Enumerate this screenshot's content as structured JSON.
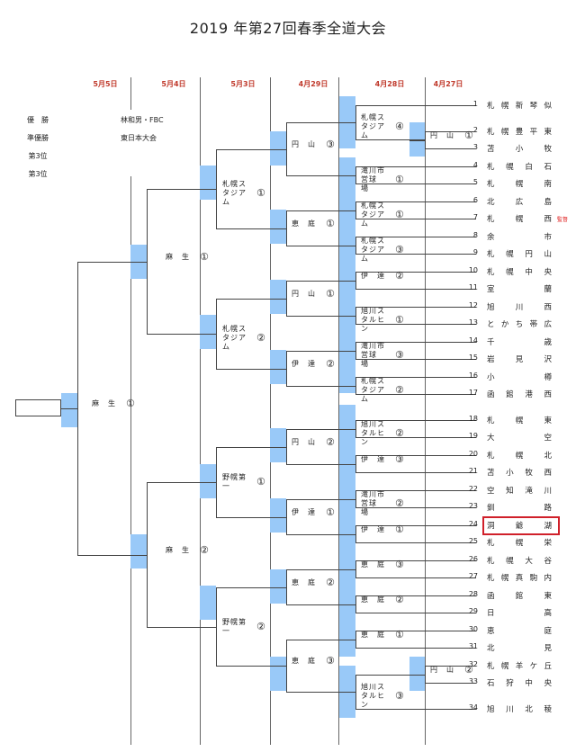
{
  "title": "2019 年第27回春季全道大会",
  "dates": [
    "5月5日",
    "5月4日",
    "5月3日",
    "4月29日",
    "4月28日",
    "4月27日"
  ],
  "awards": [
    {
      "label": "優　勝",
      "value": "林和男・FBC"
    },
    {
      "label": "準優勝",
      "value": "東日本大会"
    },
    {
      "label": "第3位",
      "value": ""
    },
    {
      "label": "第3位",
      "value": ""
    }
  ],
  "teams": [
    {
      "no": "1",
      "name": "札幌新琴似"
    },
    {
      "no": "2",
      "name": "札幌豊平東"
    },
    {
      "no": "3",
      "name": "苫小牧"
    },
    {
      "no": "4",
      "name": "札幌白石"
    },
    {
      "no": "5",
      "name": "札幌南"
    },
    {
      "no": "6",
      "name": "北広島"
    },
    {
      "no": "7",
      "name": "札幌西",
      "note": "監督"
    },
    {
      "no": "8",
      "name": "余市"
    },
    {
      "no": "9",
      "name": "札幌円山"
    },
    {
      "no": "10",
      "name": "札幌中央"
    },
    {
      "no": "11",
      "name": "室蘭"
    },
    {
      "no": "12",
      "name": "旭川西"
    },
    {
      "no": "13",
      "name": "とかち帯広"
    },
    {
      "no": "14",
      "name": "千歳"
    },
    {
      "no": "15",
      "name": "岩見沢"
    },
    {
      "no": "16",
      "name": "小樽"
    },
    {
      "no": "17",
      "name": "函館港西"
    },
    {
      "no": "18",
      "name": "札幌東"
    },
    {
      "no": "19",
      "name": "大空"
    },
    {
      "no": "20",
      "name": "札幌北"
    },
    {
      "no": "21",
      "name": "苫小牧西"
    },
    {
      "no": "22",
      "name": "空知滝川"
    },
    {
      "no": "23",
      "name": "釧路"
    },
    {
      "no": "24",
      "name": "洞爺湖",
      "highlighted": true
    },
    {
      "no": "25",
      "name": "札幌栄"
    },
    {
      "no": "26",
      "name": "札幌大谷"
    },
    {
      "no": "27",
      "name": "札幌真駒内"
    },
    {
      "no": "28",
      "name": "函館東"
    },
    {
      "no": "29",
      "name": "日高"
    },
    {
      "no": "30",
      "name": "恵庭"
    },
    {
      "no": "31",
      "name": "北見"
    },
    {
      "no": "32",
      "name": "札幌羊ケ丘"
    },
    {
      "no": "33",
      "name": "石狩中央"
    },
    {
      "no": "34",
      "name": "旭川北稜"
    }
  ],
  "rounds": {
    "apr27": [
      {
        "venue": "円　山",
        "no": "①"
      },
      {
        "venue": "円　山",
        "no": "②"
      }
    ],
    "apr28": [
      {
        "venue": "札幌スタジアム",
        "no": "④"
      },
      {
        "venue": "滝川市営球　場",
        "no": "①"
      },
      {
        "venue": "札幌スタジアム",
        "no": "①"
      },
      {
        "venue": "札幌スタジアム",
        "no": "③"
      },
      {
        "venue": "伊　達",
        "no": "②"
      },
      {
        "venue": "旭川スタルヒン",
        "no": "①"
      },
      {
        "venue": "滝川市営球　場",
        "no": "③"
      },
      {
        "venue": "札幌スタジアム",
        "no": "②"
      },
      {
        "venue": "旭川スタルヒン",
        "no": "②"
      },
      {
        "venue": "伊　達",
        "no": "③"
      },
      {
        "venue": "滝川市営球　場",
        "no": "②"
      },
      {
        "venue": "伊　達",
        "no": "①"
      },
      {
        "venue": "恵　庭",
        "no": "③"
      },
      {
        "venue": "恵　庭",
        "no": "②"
      },
      {
        "venue": "恵　庭",
        "no": "①"
      },
      {
        "venue": "旭川スタルヒン",
        "no": "③"
      }
    ],
    "apr29": [
      {
        "venue": "円　山",
        "no": "③"
      },
      {
        "venue": "恵　庭",
        "no": "①"
      },
      {
        "venue": "円　山",
        "no": "①"
      },
      {
        "venue": "伊　達",
        "no": "②"
      },
      {
        "venue": "円　山",
        "no": "②"
      },
      {
        "venue": "伊　達",
        "no": "①"
      },
      {
        "venue": "恵　庭",
        "no": "②"
      },
      {
        "venue": "恵　庭",
        "no": "③"
      }
    ],
    "may3": [
      {
        "venue": "札幌スタジアム",
        "no": "①"
      },
      {
        "venue": "札幌スタジアム",
        "no": "②"
      },
      {
        "venue": "野幌第一",
        "no": "①"
      },
      {
        "venue": "野幌第一",
        "no": "②"
      }
    ],
    "may4": [
      {
        "venue": "麻　生",
        "no": "①"
      },
      {
        "venue": "麻　生",
        "no": "②"
      }
    ],
    "may5": [
      {
        "venue": "麻　生",
        "no": "①"
      }
    ]
  },
  "colors": {
    "accent_blue": "#99c9f8",
    "date_red": "#c0392b",
    "highlight_red": "#d0202a"
  }
}
